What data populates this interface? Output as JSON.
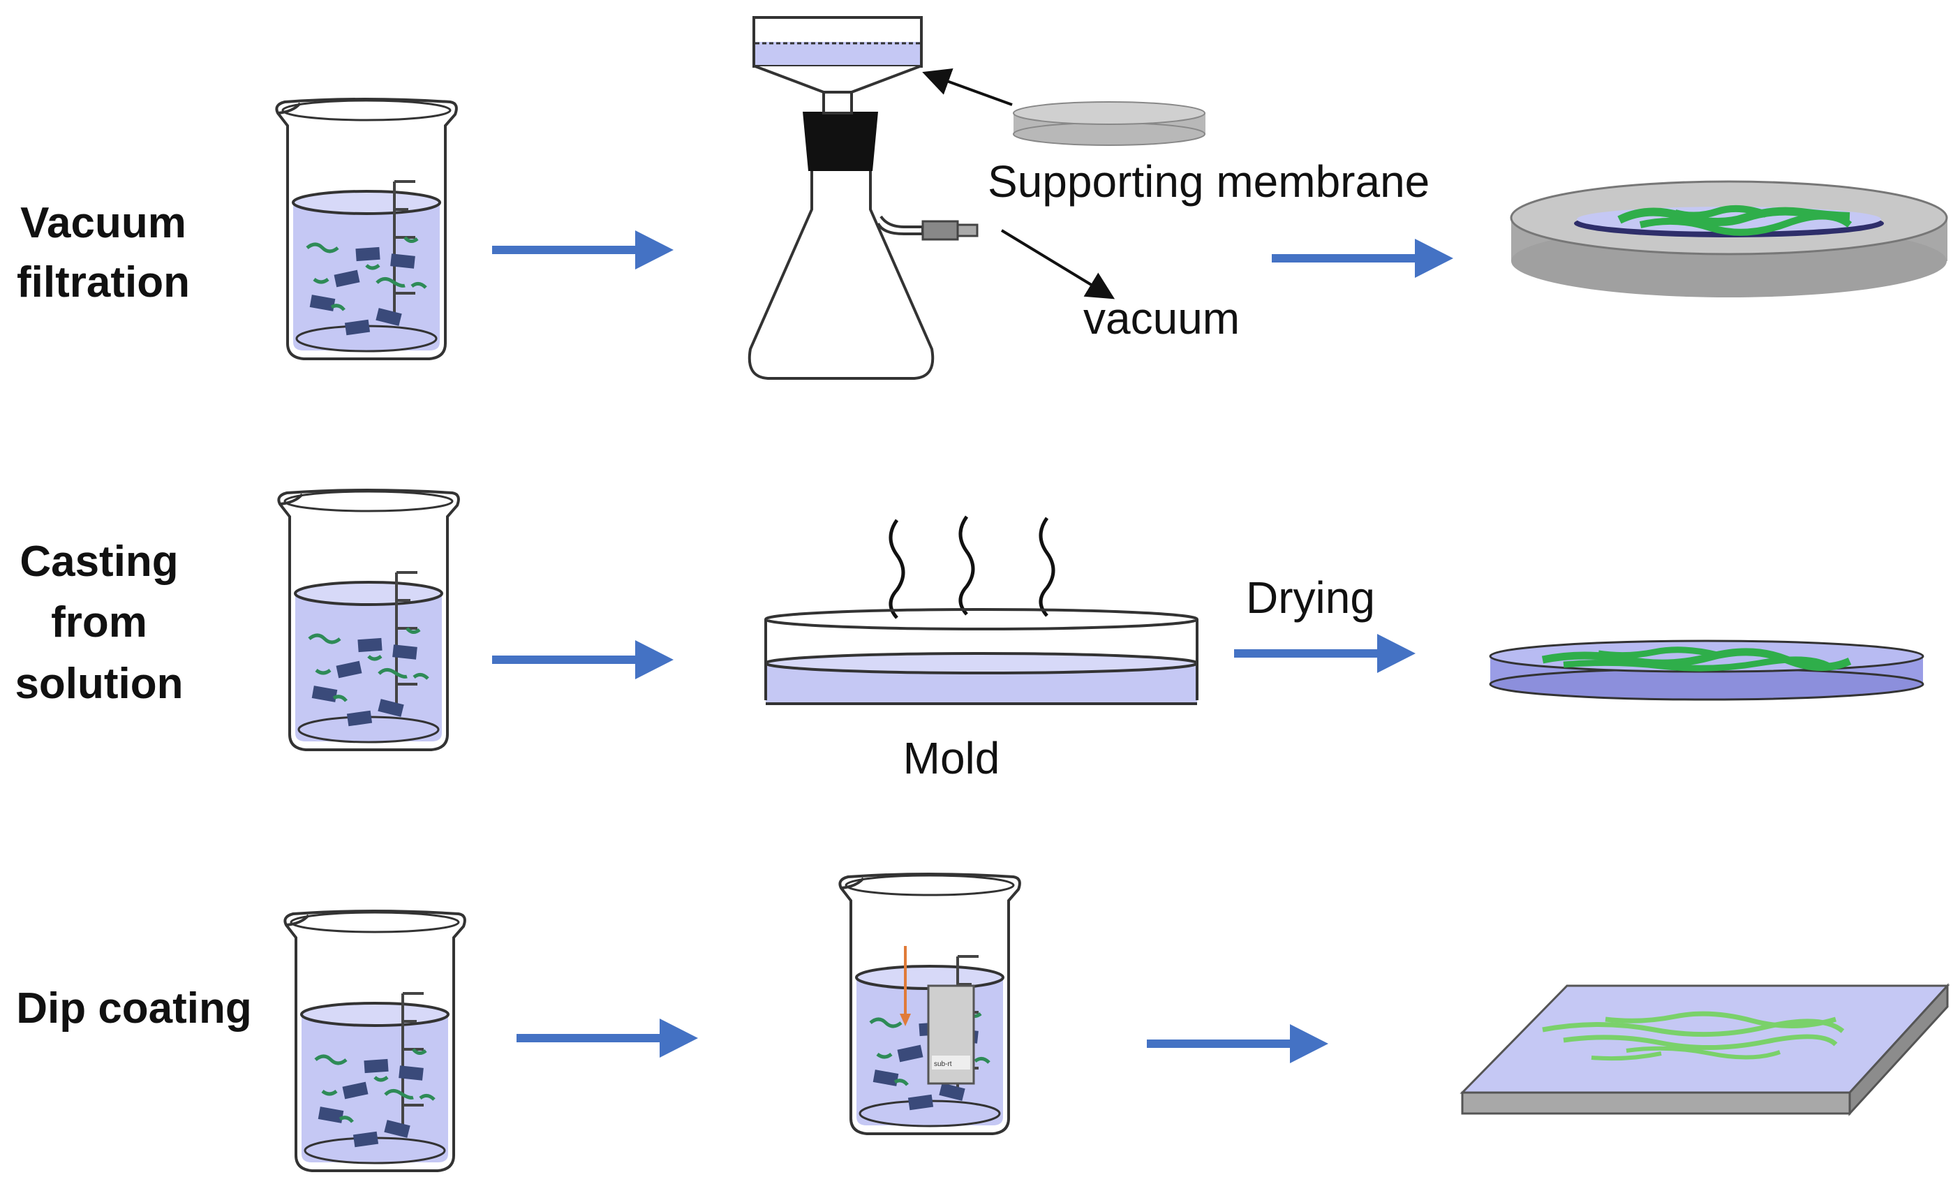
{
  "rows": [
    {
      "method": [
        "Vacuum",
        "filtration"
      ],
      "annotations": {
        "membrane": "Supporting membrane",
        "vacuum": "vacuum"
      }
    },
    {
      "method": [
        "Casting",
        "from",
        "solution"
      ],
      "annotations": {
        "drying": "Drying",
        "mold": "Mold"
      }
    },
    {
      "method": [
        "Dip coating"
      ],
      "annotations": {
        "substrate": "sub-rt"
      }
    }
  ],
  "colors": {
    "liquid": "#c5c8f4",
    "liquid_dark": "#9a9de6",
    "arrow": "#4472c4",
    "fiber_dark": "#2e8b57",
    "fiber_light": "#7ad16a",
    "flake": "#3a4a7a",
    "stopper": "#111111",
    "plate_gray": "#b8b8b8",
    "down_arrow": "#e07b39"
  }
}
